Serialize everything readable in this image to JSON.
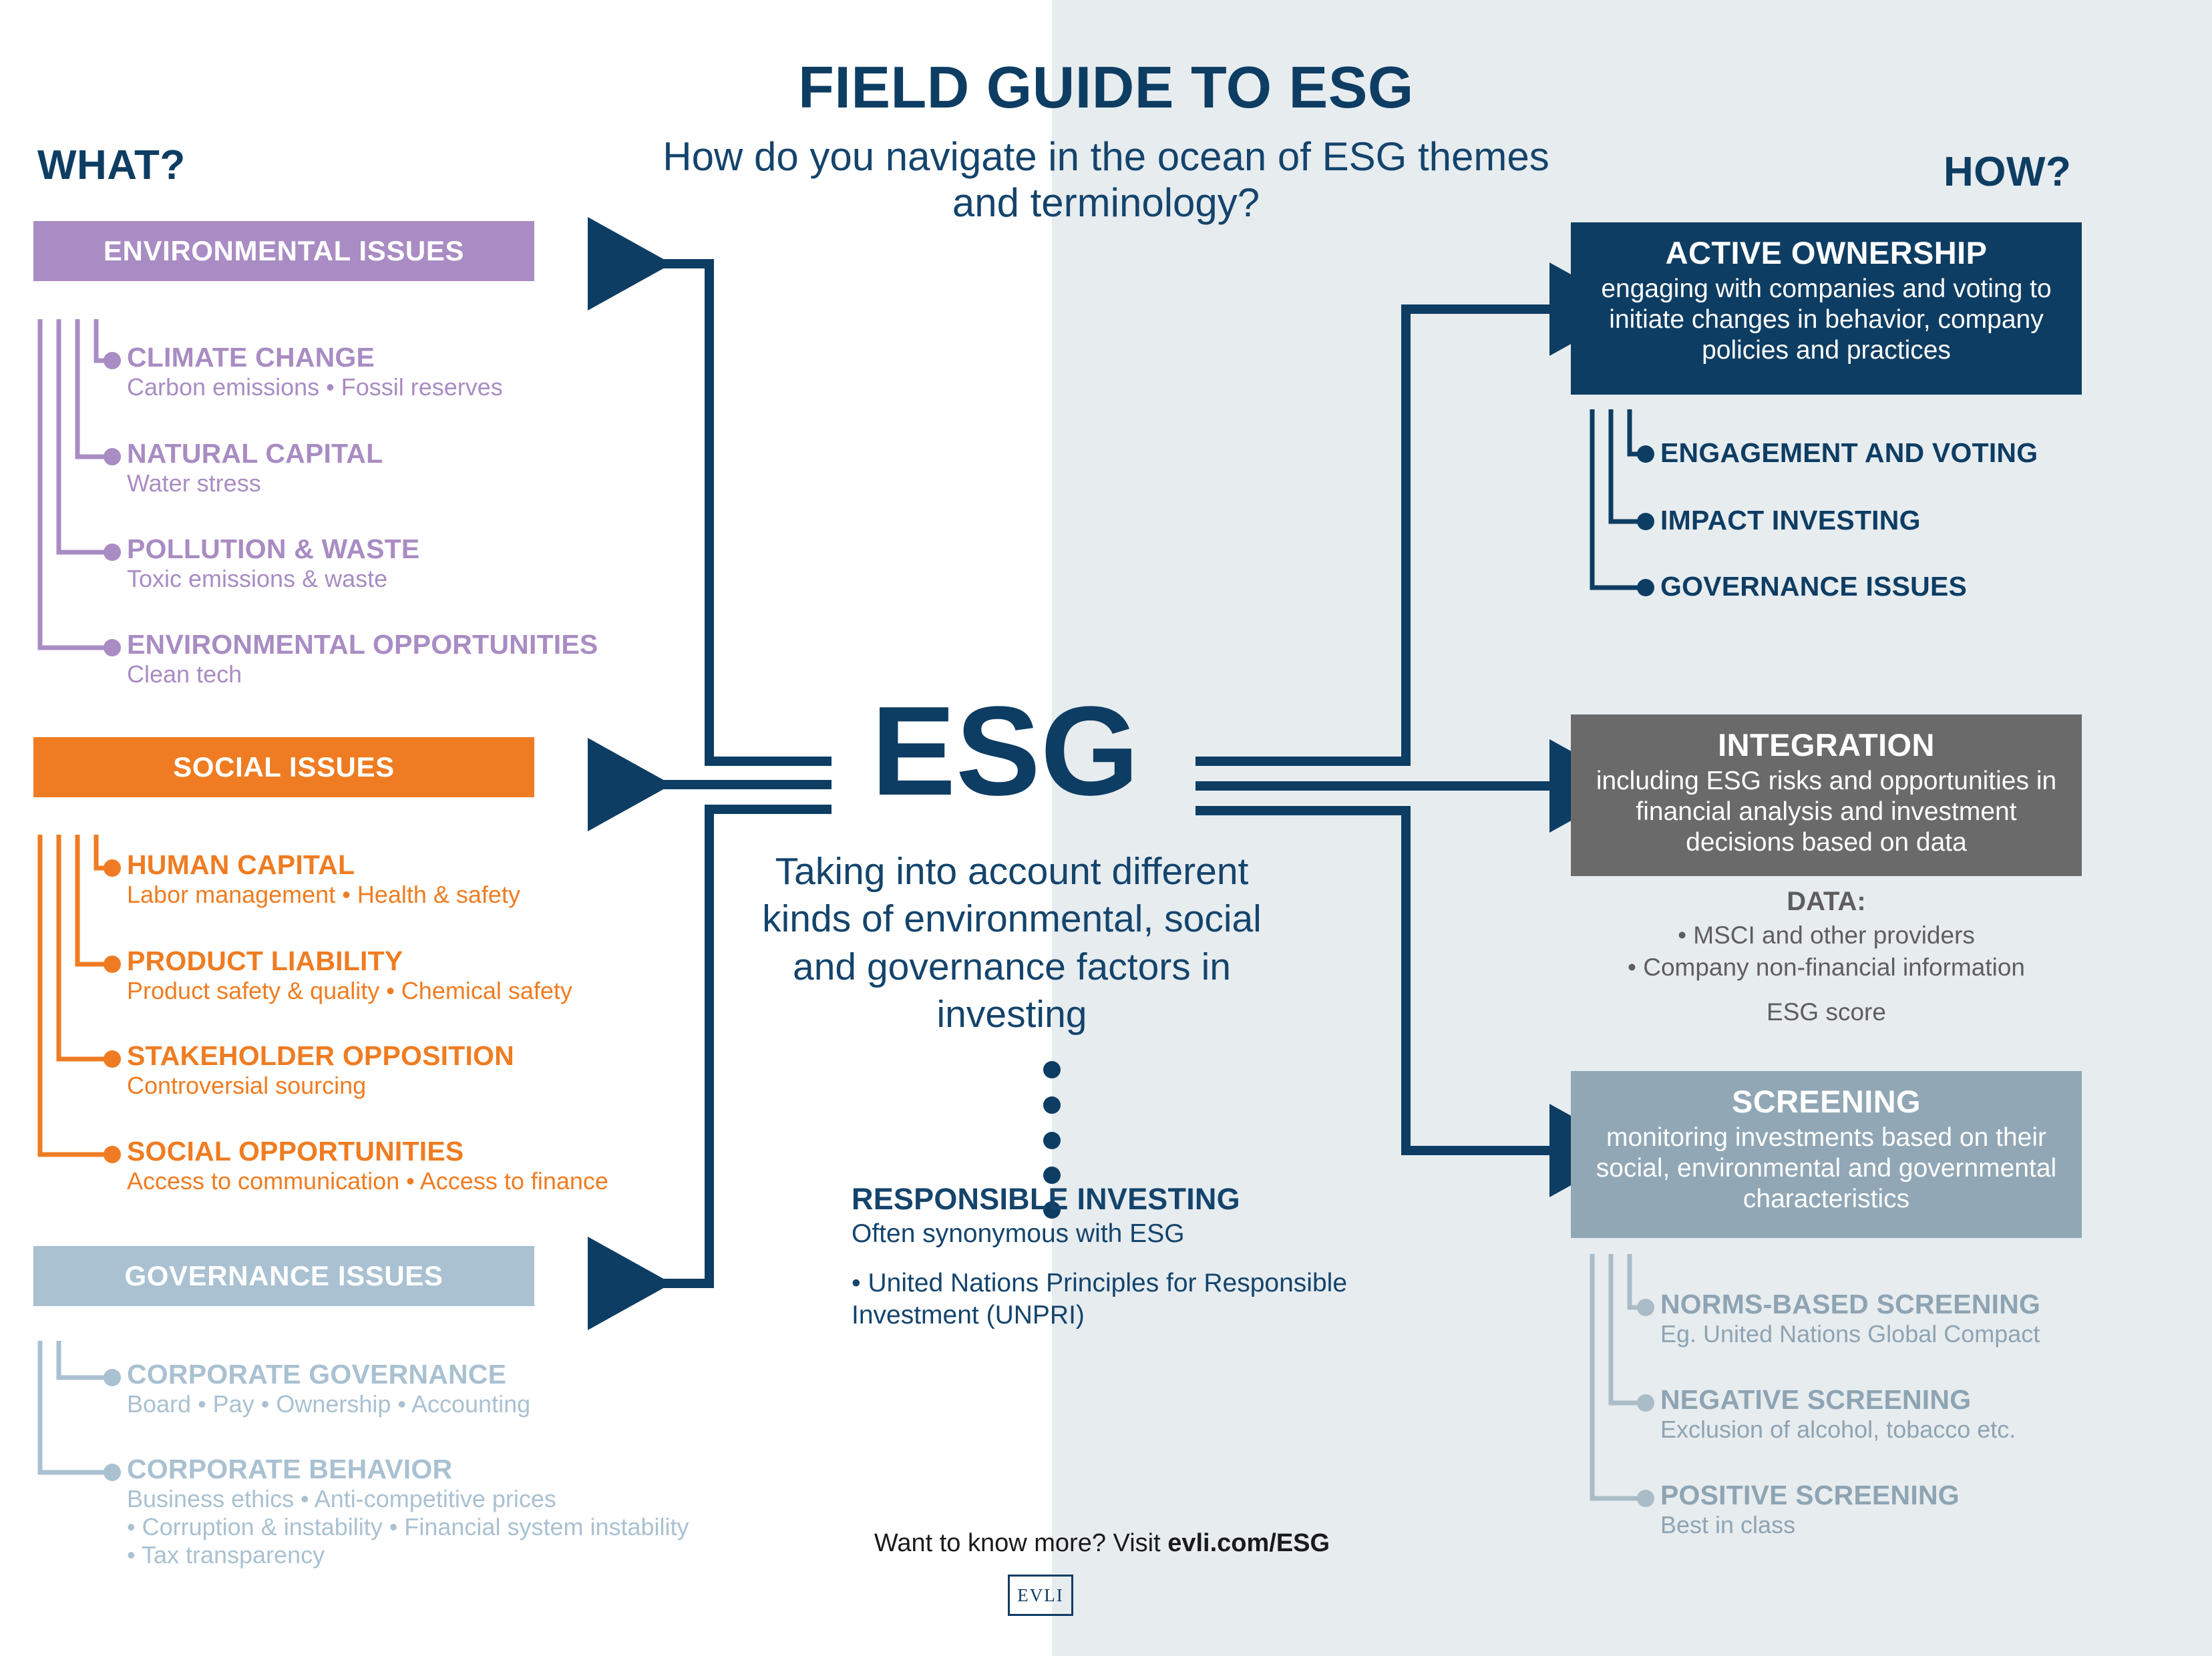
{
  "meta": {
    "accent_navy": "#0e3d63",
    "env_color": "#a98cc3",
    "soc_color": "#ef7c22",
    "gov_color": "#a9c1d1",
    "integration_color": "#6a6a6a",
    "screening_color": "#91a7b5",
    "bg_right": "#e7ecef"
  },
  "header": {
    "title": "FIELD GUIDE TO ESG",
    "subtitle": "How do you navigate in the ocean of ESG themes and terminology?",
    "what_label": "WHAT?",
    "how_label": "HOW?"
  },
  "center": {
    "acronym": "ESG",
    "definition": "Taking into account different kinds of environmental, social and governance factors in investing",
    "responsible_investing": {
      "title": "RESPONSIBLE INVESTING",
      "subtitle": "Often synonymous with ESG",
      "bullet": "• United Nations Principles for Responsible Investment (UNPRI)"
    }
  },
  "what_side": {
    "categories": [
      {
        "label": "ENVIRONMENTAL ISSUES",
        "color": "#a98cc3",
        "items": [
          {
            "title": "CLIMATE CHANGE",
            "desc": "Carbon emissions • Fossil reserves"
          },
          {
            "title": "NATURAL CAPITAL",
            "desc": "Water stress"
          },
          {
            "title": "POLLUTION & WASTE",
            "desc": "Toxic emissions & waste"
          },
          {
            "title": "ENVIRONMENTAL OPPORTUNITIES",
            "desc": "Clean tech"
          }
        ]
      },
      {
        "label": "SOCIAL ISSUES",
        "color": "#ef7c22",
        "items": [
          {
            "title": "HUMAN CAPITAL",
            "desc": "Labor management • Health & safety"
          },
          {
            "title": "PRODUCT LIABILITY",
            "desc": "Product safety & quality • Chemical safety"
          },
          {
            "title": "STAKEHOLDER OPPOSITION",
            "desc": "Controversial sourcing"
          },
          {
            "title": "SOCIAL OPPORTUNITIES",
            "desc": "Access to communication • Access to finance"
          }
        ]
      },
      {
        "label": "GOVERNANCE ISSUES",
        "color": "#a9c1d1",
        "items": [
          {
            "title": "CORPORATE GOVERNANCE",
            "desc": "Board • Pay • Ownership • Accounting"
          },
          {
            "title": "CORPORATE BEHAVIOR",
            "desc": "Business ethics • Anti-competitive prices\n• Corruption & instability • Financial system instability\n• Tax transparency"
          }
        ]
      }
    ]
  },
  "how_side": {
    "active_ownership": {
      "title": "ACTIVE OWNERSHIP",
      "desc": "engaging with companies and voting to initiate changes in behavior, company policies and practices",
      "items": [
        {
          "title": "ENGAGEMENT AND VOTING"
        },
        {
          "title": "IMPACT INVESTING"
        },
        {
          "title": "GOVERNANCE ISSUES"
        }
      ]
    },
    "integration": {
      "title": "INTEGRATION",
      "desc": "including ESG risks and opportunities in financial analysis and investment decisions based on data",
      "data_label": "DATA:",
      "data_lines": [
        "• MSCI and other providers",
        "• Company non-financial information"
      ],
      "esg_score": "ESG score"
    },
    "screening": {
      "title": "SCREENING",
      "desc": "monitoring investments based on their social, environmental and governmental characteristics",
      "items": [
        {
          "title": "NORMS-BASED SCREENING",
          "desc": "Eg. United Nations Global Compact"
        },
        {
          "title": "NEGATIVE SCREENING",
          "desc": "Exclusion of alcohol, tobacco etc."
        },
        {
          "title": "POSITIVE SCREENING",
          "desc": "Best in class"
        }
      ]
    }
  },
  "footer": {
    "note_prefix": "Want to know more? Visit ",
    "note_link": "evli.com/ESG",
    "logo": "EVLI"
  }
}
